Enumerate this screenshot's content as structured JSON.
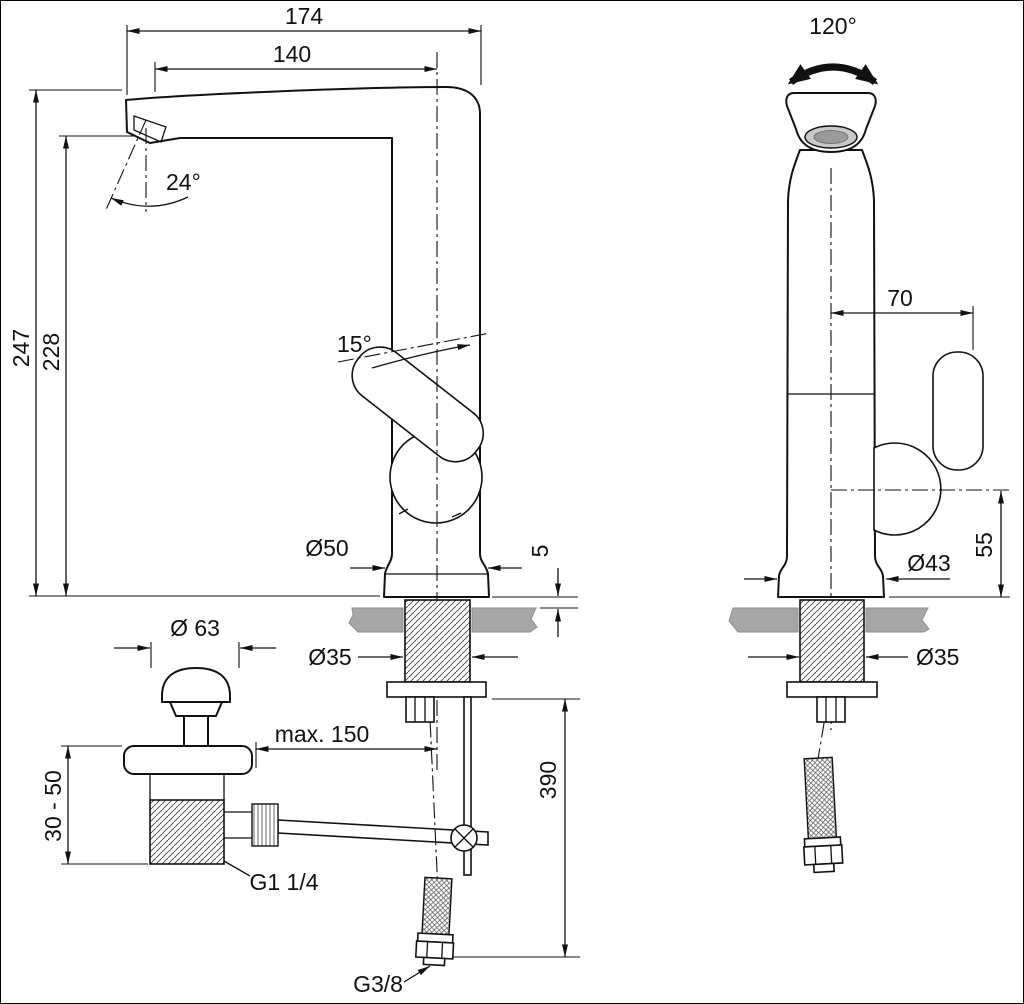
{
  "drawing": {
    "side_view": {
      "spout_reach_total": "174",
      "spout_reach": "140",
      "outlet_angle": "24°",
      "height_total": "247",
      "height_underside": "228",
      "handle_angle": "15°",
      "base_diameter": "Ø50",
      "gasket_height": "5",
      "shank_diameter": "Ø35",
      "waste_cap_diameter": "Ø 63",
      "rod_reach": "max. 150",
      "mount_range": "30 - 50",
      "waste_thread": "G1 1/4",
      "hose_length": "390",
      "hose_thread": "G3/8"
    },
    "front_view": {
      "swivel_angle": "120°",
      "handle_offset": "70",
      "base_diameter": "Ø43",
      "joint_height": "55",
      "shank_diameter": "Ø35"
    }
  }
}
